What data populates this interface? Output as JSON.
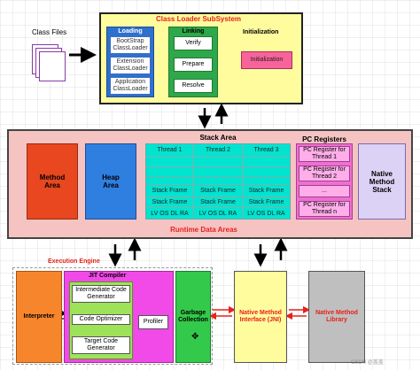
{
  "class_files": "Class Files",
  "subsystem": {
    "title": "Class Loader SubSystem",
    "loading": {
      "title": "Loading",
      "items": [
        "BootStrap ClassLoader",
        "Extension ClassLoader",
        "Application ClassLoader"
      ]
    },
    "linking": {
      "title": "Linking",
      "items": [
        "Verify",
        "Prepare",
        "Resolve"
      ]
    },
    "initialization": {
      "title": "Initialization",
      "box": "Initialization"
    }
  },
  "runtime": {
    "title": "Runtime Data Areas",
    "method_area": "Method Area",
    "heap_area": "Heap Area",
    "stack": {
      "title": "Stack Area",
      "threads": [
        "Thread 1",
        "Thread 2",
        "Thread 3"
      ],
      "frame": "Stack Frame",
      "locals": "LV OS DL RA"
    },
    "pc": {
      "title": "PC Registers",
      "items": [
        "PC Register for Thread 1",
        "PC Register for Thread 2",
        "...",
        "PC Register for Thread n"
      ]
    },
    "native_stack": "Native Method Stack"
  },
  "engine": {
    "title": "Execution Engine",
    "interpreter": "Interpreter",
    "jit": {
      "title": "JIT Compiler",
      "steps": [
        "Intermediate Code Generator",
        "Code Optimizer",
        "Target Code Generator"
      ],
      "profiler": "Profiler"
    },
    "gc": "Garbage Collection"
  },
  "jni": "Native Method Interface (JNI)",
  "native_lib": "Native Method Library",
  "watermark": "CSDN @盖盖"
}
